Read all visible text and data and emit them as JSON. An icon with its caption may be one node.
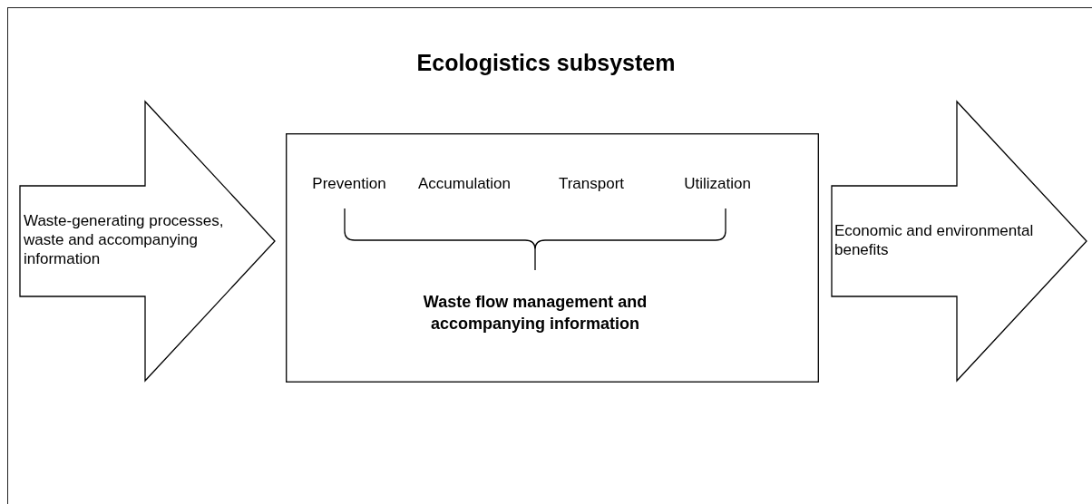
{
  "diagram": {
    "title": "Ecologistics subsystem",
    "nodes": [
      {
        "text": [
          "Waste-generating processes, waste and accompanying information"
        ]
      },
      {
        "text": [
          "Prevention",
          "Accumulation",
          "Transport",
          "Utilization",
          "Waste flow management and accompanying information"
        ]
      },
      {
        "text": [
          "Economic and environmental benefits"
        ]
      }
    ]
  }
}
